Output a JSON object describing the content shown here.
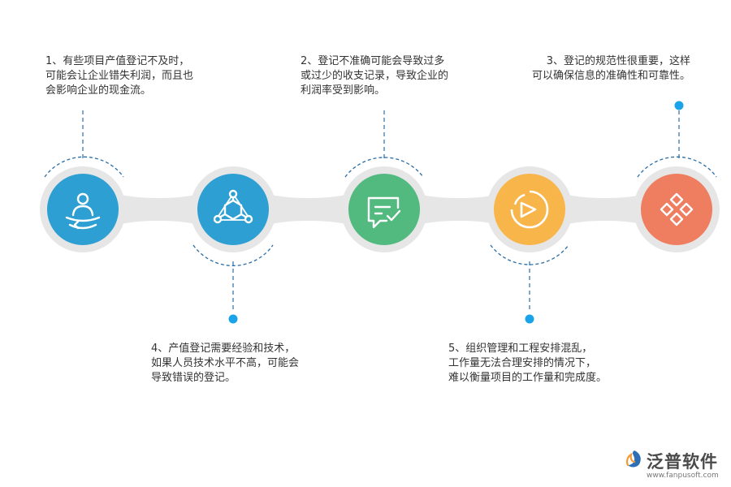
{
  "nodes": [
    {
      "id": 1,
      "icon": "meditating-person-icon",
      "color": "#2d9fd3",
      "lines": [
        "1、有些项目产值登记不及时，",
        "可能会让企业错失利润，而且也",
        "会影响企业的现金流。"
      ]
    },
    {
      "id": 4,
      "icon": "network-cube-icon",
      "color": "#2d9fd3",
      "lines": [
        "4、产值登记需要经验和技术，",
        "如果人员技术水平不高，可能会",
        "导致错误的登记。"
      ]
    },
    {
      "id": 2,
      "icon": "message-check-icon",
      "color": "#52b97f",
      "lines": [
        "2、登记不准确可能会导致过多",
        "或过少的收支记录，导致企业的",
        "利润率受到影响。"
      ]
    },
    {
      "id": 5,
      "icon": "pie-chart-icon",
      "color": "#f7b54a",
      "lines": [
        "5、组织管理和工程安排混乱，",
        "工作量无法合理安排的情况下，",
        "难以衡量项目的工作量和完成度。"
      ]
    },
    {
      "id": 3,
      "icon": "diamond-grid-icon",
      "color": "#ef7e60",
      "lines": [
        "3、登记的规范性很重要，这样",
        "可以确保信息的准确性和可靠性。"
      ]
    }
  ],
  "connector_color": "#e6e6e6",
  "accent_line_color": "#2b6ea6",
  "dot_color": "#1aa3e8",
  "logo": {
    "brand": "泛普软件",
    "url": "www.fanpusoft.com"
  }
}
